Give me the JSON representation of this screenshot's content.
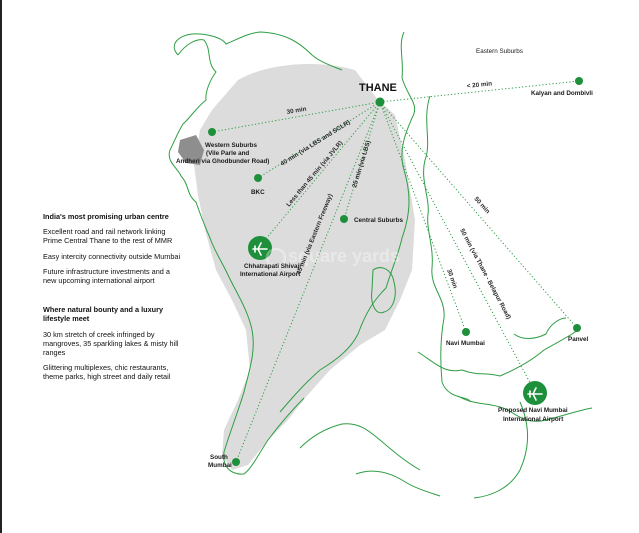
{
  "map": {
    "hub_label": "THANE",
    "region_label": "Eastern Suburbs",
    "watermark": "square yards",
    "colors": {
      "land": "#dcdcdc",
      "coast": "#2e9e44",
      "dot": "#1e8f3a",
      "route": "#2e9e44",
      "text": "#1a1a1a"
    },
    "places": {
      "kalyan": "Kalyan and Dombivli",
      "western_1": "Western Suburbs",
      "western_2": "(Vile Parle and",
      "western_3": "Andheri via  Ghodbunder Road)",
      "bkc": "BKC",
      "central": "Central Suburbs",
      "airport_1": "Chhatrapati Shivaji",
      "airport_2": "International Airport",
      "navi_mumbai": "Navi Mumbai",
      "panvel": "Panvel",
      "navi_airport_1": "Proposed Navi Mumbai",
      "navi_airport_2": "International Airport",
      "south_1": "South",
      "south_2": "Mumbai"
    },
    "routes": {
      "kalyan": "< 20 min",
      "western": "30 min",
      "bkc": "40 min (via LBS and SCLR)",
      "airport": "Less than 45 min (via JVLR)",
      "central": "25 min (via LBS)",
      "south": "45 min (via Eastern Freeway)",
      "navi_mumbai": "30 min",
      "navi_airport": "50 min (via Thane - Belapur Road)",
      "panvel": "50 min"
    },
    "icons": [
      "airplane-icon",
      "airplane-icon"
    ]
  },
  "panel": {
    "section1": {
      "heading": "India's most promising urban centre",
      "points": [
        "Excellent road and rail network linking Prime Central Thane to the rest of MMR",
        "Easy intercity connectivity outside Mumbai",
        "Future infrastructure investments and a new upcoming international airport"
      ]
    },
    "section2": {
      "heading": "Where natural bounty and a luxury lifestyle meet",
      "points": [
        "30 km stretch of creek infringed by mangroves, 35 sparkling lakes & misty hill ranges",
        "Glittering multiplexes, chic restaurants, theme parks, high street and daily retail"
      ]
    }
  }
}
